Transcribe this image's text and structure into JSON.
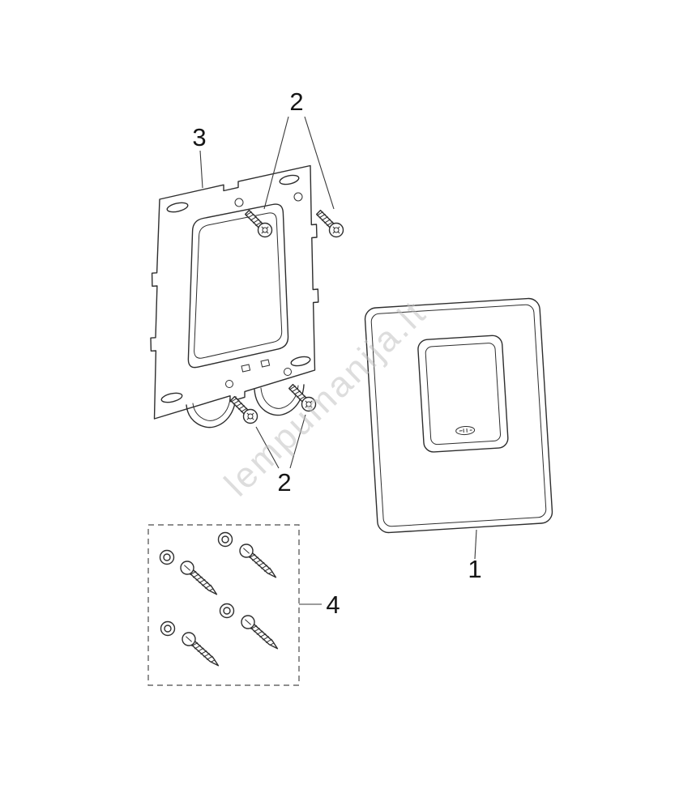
{
  "watermark": {
    "text": "lempumanija.lt",
    "color": "#c3c3c3"
  },
  "callouts": {
    "plate": "1",
    "screws_top": "2",
    "screws_bottom": "2",
    "frame": "3",
    "fixing_set": "4"
  },
  "colors": {
    "line": "#2e2e2e",
    "background": "#ffffff"
  }
}
